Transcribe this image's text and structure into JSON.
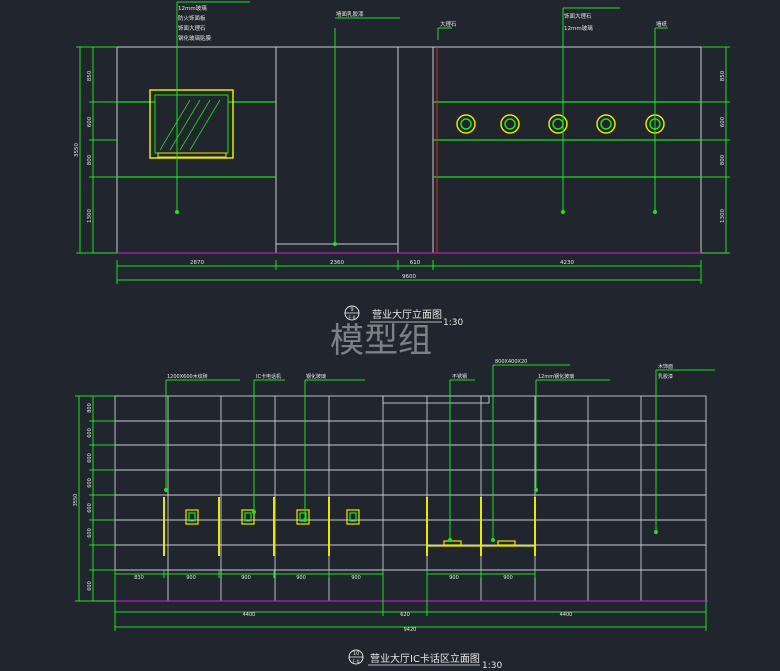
{
  "watermark": "模型组",
  "colors": {
    "background": "#21252e",
    "outline": "#c9ccd2",
    "green": "#1ee01e",
    "yellow": "#e8e800",
    "magenta": "#b021b0",
    "red": "#c23a1a",
    "white": "#e6e6e6"
  },
  "elevation1": {
    "title": "营业大厅立面图",
    "scale": "1:30",
    "index": "9",
    "sheet": "F-0",
    "annotations": [
      "12mm玻璃",
      "防火饰面板",
      "饰面大理石",
      "钢化玻璃贴膜",
      "墙面乳胶漆",
      "大理石",
      "墙纸"
    ],
    "dims_bottom": [
      "2870",
      "2360",
      "610",
      "4230"
    ],
    "dim_total": "9600",
    "dims_left": [
      "850",
      "600",
      "800",
      "1300"
    ],
    "dim_left_total": "3550",
    "dims_right": [
      "850",
      "600",
      "800",
      "1300"
    ]
  },
  "elevation2": {
    "title": "营业大厅IC卡话区立面图",
    "scale": "1:30",
    "index": "10",
    "sheet": "F-0",
    "annotations": [
      "1200X600木纹砖",
      "IC卡电话机",
      "钢化玻璃",
      "不锈钢",
      "800X400X20",
      "12mm钢化玻璃",
      "木饰面",
      "乳胶漆"
    ],
    "dims_bottom_left": [
      "830",
      "900",
      "900",
      "900",
      "900"
    ],
    "dims_bottom_right": [
      "900",
      "900"
    ],
    "dims_total_row": [
      "4400",
      "620",
      "4400"
    ],
    "dim_total": "9420",
    "dims_left": [
      "800",
      "600",
      "600",
      "600",
      "600",
      "600",
      "600"
    ],
    "dim_left_total": "3550"
  }
}
